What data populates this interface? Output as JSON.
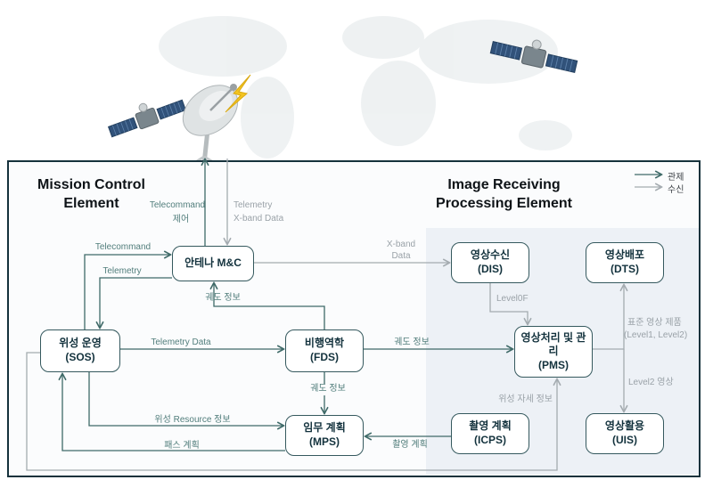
{
  "diagram": {
    "legend": {
      "control_label": "관제",
      "receive_label": "수신"
    },
    "sections": {
      "mce_line1": "Mission Control",
      "mce_line2": "Element",
      "ire_line1": "Image Receiving",
      "ire_line2": "Processing Element"
    },
    "nodes": {
      "antenna": {
        "name": "안테나 M&C"
      },
      "sos": {
        "name": "위성 운영",
        "code": "(SOS)"
      },
      "fds": {
        "name": "비행역학",
        "code": "(FDS)"
      },
      "mps": {
        "name": "임무 계획",
        "code": "(MPS)"
      },
      "dis": {
        "name": "영상수신",
        "code": "(DIS)"
      },
      "dts": {
        "name": "영상배포",
        "code": "(DTS)"
      },
      "pms": {
        "name": "영상처리 및 관리",
        "code": "(PMS)"
      },
      "icps": {
        "name": "촬영 계획",
        "code": "(ICPS)"
      },
      "uis": {
        "name": "영상활용",
        "code": "(UIS)"
      }
    },
    "labels": {
      "telecommand_up": "Telecommand",
      "control_kr": "제어",
      "telemetry_down": "Telemetry",
      "xband_down": "X-band Data",
      "telecommand_side": "Telecommand",
      "telemetry_side": "Telemetry",
      "orbit_to_antenna": "궤도 정보",
      "xband_line1": "X-band",
      "xband_line2": "Data",
      "telemetry_data": "Telemetry Data",
      "orbit_to_pms": "궤도 정보",
      "level0f": "Level0F",
      "orbit_to_mps": "궤도 정보",
      "sat_resource": "위성 Resource 정보",
      "pass_plan": "패스 계획",
      "shoot_plan": "촬영 계획",
      "sat_attitude": "위성 자세 정보",
      "std_product_line1": "표준 영상 제품",
      "std_product_line2": "(Level1, Level2)",
      "level2_image": "Level2 영상"
    },
    "colors": {
      "control_arrow": "#3f6a68",
      "receive_arrow": "#a4abb0",
      "frame_border": "#16323c",
      "node_border": "#35595e",
      "right_section_bg": "#edf1f6",
      "bolt": "#f3c420"
    }
  }
}
